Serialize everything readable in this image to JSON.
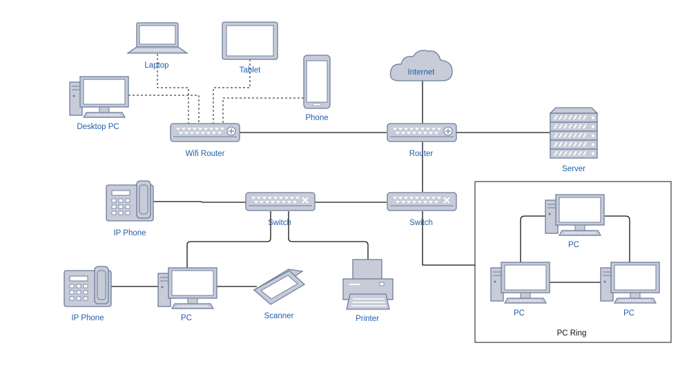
{
  "nodes": {
    "laptop": "Laptop",
    "tablet": "Tablet",
    "phone": "Phone",
    "desktop_pc": "Desktop PC",
    "wifi_router": "Wifi Router",
    "internet": "Internet",
    "router": "Router",
    "server": "Server",
    "ip_phone_1": "IP Phone",
    "switch_1": "Switch",
    "switch_2": "Switch",
    "ip_phone_2": "IP Phone",
    "pc_main": "PC",
    "scanner": "Scanner",
    "printer": "Printer",
    "ring_pc_top": "PC",
    "ring_pc_left": "PC",
    "ring_pc_right": "PC"
  },
  "groups": {
    "pc_ring": "PC Ring"
  },
  "colors": {
    "label": "#1f5fa8",
    "device_fill": "#c7ccd8",
    "device_stroke": "#6b7b9c",
    "line": "#111111"
  },
  "connections": [
    {
      "from": "laptop",
      "to": "wifi_router",
      "style": "dashed"
    },
    {
      "from": "tablet",
      "to": "wifi_router",
      "style": "dashed"
    },
    {
      "from": "phone",
      "to": "wifi_router",
      "style": "dashed"
    },
    {
      "from": "desktop_pc",
      "to": "wifi_router",
      "style": "dashed"
    },
    {
      "from": "wifi_router",
      "to": "router",
      "style": "solid"
    },
    {
      "from": "internet",
      "to": "router",
      "style": "solid"
    },
    {
      "from": "router",
      "to": "server",
      "style": "solid"
    },
    {
      "from": "router",
      "to": "switch_2",
      "style": "solid"
    },
    {
      "from": "switch_2",
      "to": "switch_1",
      "style": "solid"
    },
    {
      "from": "ip_phone_1",
      "to": "switch_1",
      "style": "solid"
    },
    {
      "from": "switch_1",
      "to": "pc_main",
      "style": "solid"
    },
    {
      "from": "switch_1",
      "to": "printer",
      "style": "solid"
    },
    {
      "from": "ip_phone_2",
      "to": "pc_main",
      "style": "solid"
    },
    {
      "from": "pc_main",
      "to": "scanner",
      "style": "solid"
    },
    {
      "from": "switch_2",
      "to": "pc_ring",
      "style": "solid"
    },
    {
      "from": "ring_pc_top",
      "to": "ring_pc_left",
      "style": "solid"
    },
    {
      "from": "ring_pc_top",
      "to": "ring_pc_right",
      "style": "solid"
    },
    {
      "from": "ring_pc_left",
      "to": "ring_pc_right",
      "style": "solid"
    }
  ]
}
